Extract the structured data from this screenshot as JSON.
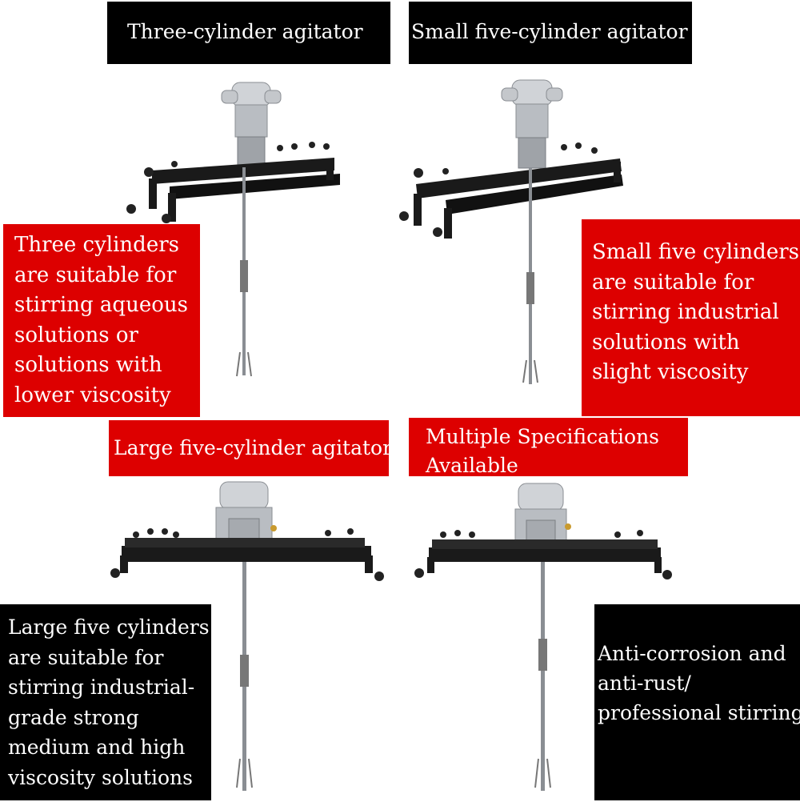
{
  "products": [
    {
      "title": "Three-cylinder agitator",
      "lines": [
        "Three cylinders",
        "are suitable for",
        "stirring aqueous",
        "solutions or",
        "solutions with",
        "lower viscosity"
      ]
    },
    {
      "title": "Small five-cylinder agitator",
      "lines": [
        "Small five cylinders",
        "are suitable for",
        "stirring industrial",
        "solutions with",
        "slight viscosity"
      ]
    },
    {
      "title": "Large five-cylinder agitator",
      "lines": [
        "Large five cylinders",
        "are suitable for",
        "stirring industrial-",
        "grade strong",
        "medium and high",
        "viscosity solutions"
      ]
    }
  ],
  "specs": {
    "lines": [
      "Multiple Specifications",
      "Available"
    ]
  },
  "features": {
    "lines": [
      "Anti-corrosion and",
      "anti-rust/",
      "professional stirring"
    ]
  },
  "colors": {
    "red_banner": "#dd0000",
    "black_banner": "#000000",
    "text": "#ffffff",
    "frame": "#1a1a1a",
    "metal": "#b9bdc2"
  },
  "icons": [
    "agitator-three-cylinder-image",
    "agitator-small-five-cylinder-image",
    "agitator-large-five-cylinder-image",
    "agitator-product-image"
  ]
}
